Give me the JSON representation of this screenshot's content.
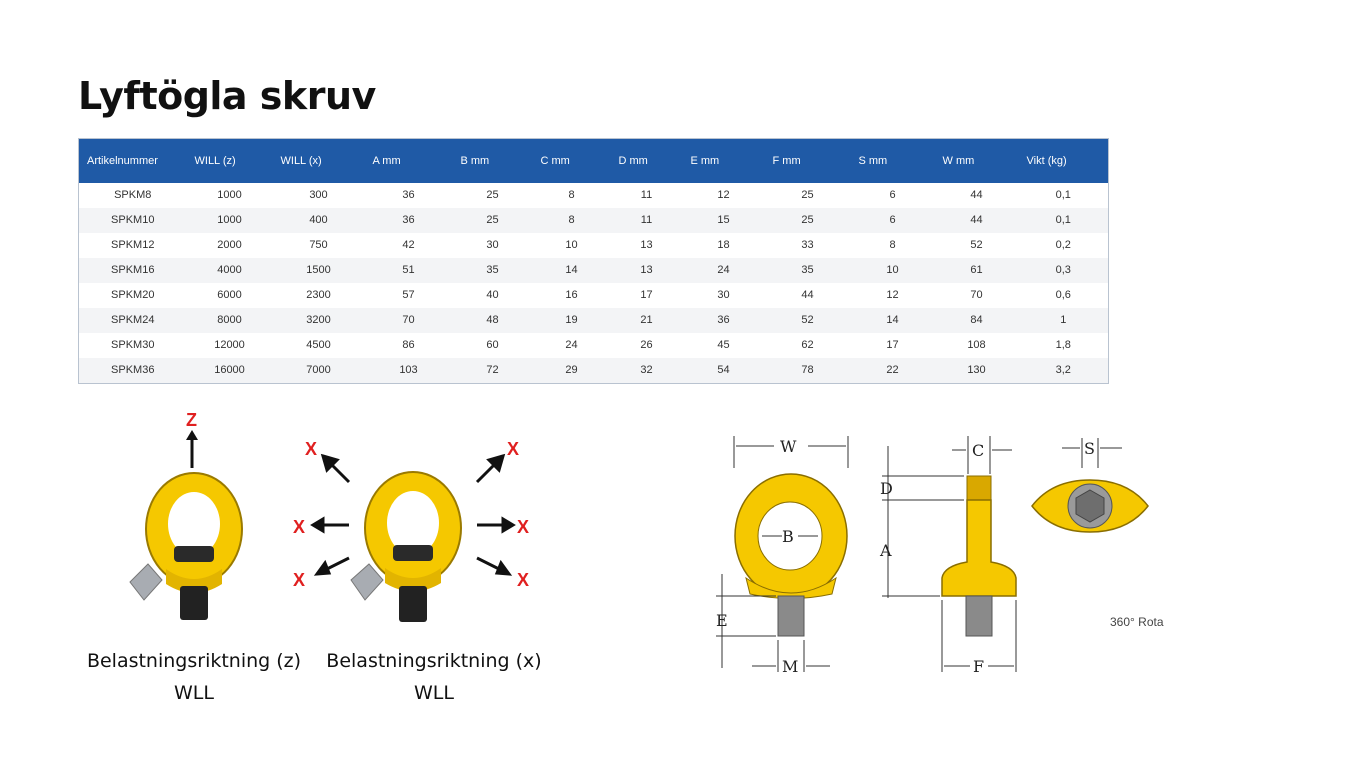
{
  "page": {
    "title": "Lyftögla skruv"
  },
  "table": {
    "headers": [
      "Artikelnummer",
      "WILL (z)",
      "WILL (x)",
      "A mm",
      "B mm",
      "C mm",
      "D mm",
      "E mm",
      "F mm",
      "S mm",
      "W mm",
      "Vikt (kg)"
    ],
    "rows": [
      [
        "SPKM8",
        "1000",
        "300",
        "36",
        "25",
        "8",
        "11",
        "12",
        "25",
        "6",
        "44",
        "0,1"
      ],
      [
        "SPKM10",
        "1000",
        "400",
        "36",
        "25",
        "8",
        "11",
        "15",
        "25",
        "6",
        "44",
        "0,1"
      ],
      [
        "SPKM12",
        "2000",
        "750",
        "42",
        "30",
        "10",
        "13",
        "18",
        "33",
        "8",
        "52",
        "0,2"
      ],
      [
        "SPKM16",
        "4000",
        "1500",
        "51",
        "35",
        "14",
        "13",
        "24",
        "35",
        "10",
        "61",
        "0,3"
      ],
      [
        "SPKM20",
        "6000",
        "2300",
        "57",
        "40",
        "16",
        "17",
        "30",
        "44",
        "12",
        "70",
        "0,6"
      ],
      [
        "SPKM24",
        "8000",
        "3200",
        "70",
        "48",
        "19",
        "21",
        "36",
        "52",
        "14",
        "84",
        "1"
      ],
      [
        "SPKM30",
        "12000",
        "4500",
        "86",
        "60",
        "24",
        "26",
        "45",
        "62",
        "17",
        "108",
        "1,8"
      ],
      [
        "SPKM36",
        "16000",
        "7000",
        "103",
        "72",
        "29",
        "32",
        "54",
        "78",
        "22",
        "130",
        "3,2"
      ]
    ]
  },
  "images": {
    "z_arrow_label": "Z",
    "x_arrow_label": "X",
    "caption_z_line1": "Belastningsriktning (z)",
    "caption_z_line2": "WLL",
    "caption_x_line1": "Belastningsriktning (x)",
    "caption_x_line2": "WLL"
  },
  "diagram": {
    "labels": {
      "W": "W",
      "B": "B",
      "E": "E",
      "M": "M",
      "C": "C",
      "D": "D",
      "A": "A",
      "F": "F",
      "S": "S"
    },
    "rotation_text": "360° Rota"
  },
  "colors": {
    "header_bg": "#1f5aa6",
    "eye_yellow": "#f5c800",
    "eye_outline": "#9a7a00",
    "bolt_dark": "#2a2a2a",
    "x_red": "#e02020"
  }
}
